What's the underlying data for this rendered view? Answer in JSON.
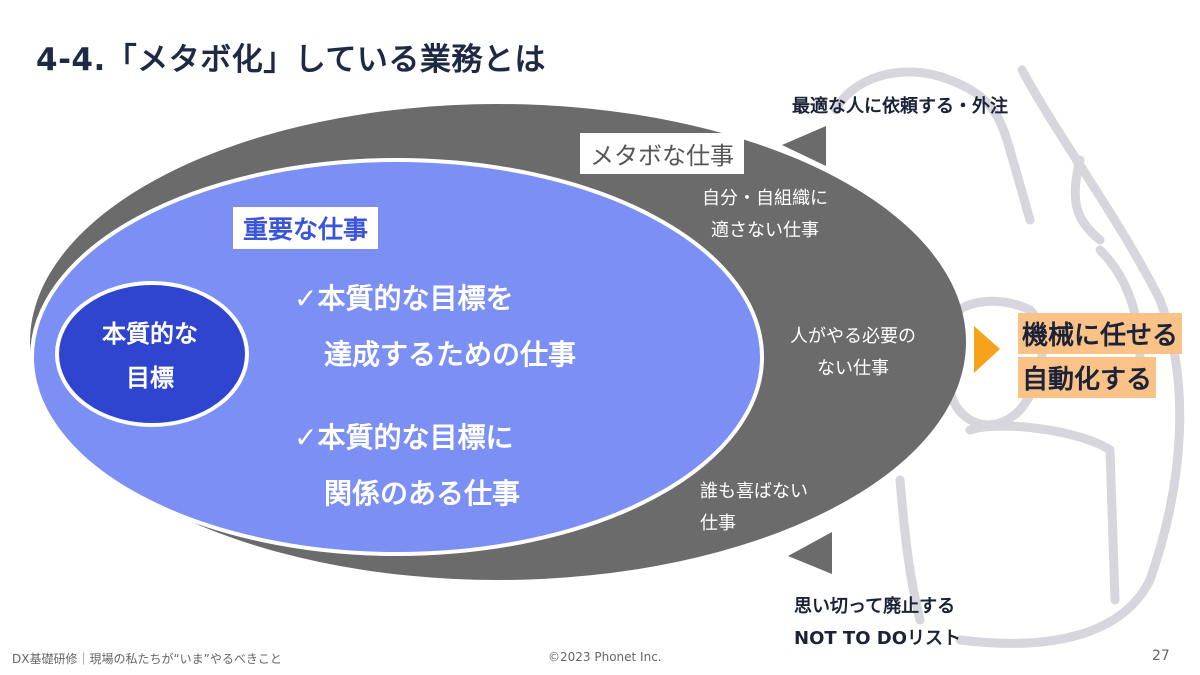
{
  "title": "4-4.「メタボ化」している業務とは",
  "outer_ellipse": {
    "label": "メタボな仕事",
    "items": [
      {
        "lines": [
          "自分・自組織に",
          "適さない仕事"
        ]
      },
      {
        "lines": [
          "人がやる必要の",
          "ない仕事"
        ]
      },
      {
        "lines": [
          "誰も喜ばない",
          "仕事"
        ]
      }
    ]
  },
  "middle_ellipse": {
    "label": "重要な仕事",
    "items": [
      {
        "lines": [
          "✓本質的な目標を",
          "達成するための仕事"
        ]
      },
      {
        "lines": [
          "✓本質的な目標に",
          "関係のある仕事"
        ]
      }
    ]
  },
  "core": {
    "lines": [
      "本質的な",
      "目標"
    ]
  },
  "actions": {
    "outsource": "最適な人に依頼する・外注",
    "automate": [
      "機械に任せる",
      "自動化する"
    ],
    "eliminate": [
      "思い切って廃止する",
      "NOT TO DOリスト"
    ]
  },
  "footer": {
    "left": "DX基礎研修｜現場の私たちが“いま”やるべきこと",
    "center": "©2023 Phonet Inc.",
    "page": "27"
  },
  "colors": {
    "outer": "#6b6b6b",
    "middle": "#7b8ff4",
    "core": "#2f45cf",
    "highlight": "#fbc287",
    "arrow_orange": "#f7a21b"
  }
}
